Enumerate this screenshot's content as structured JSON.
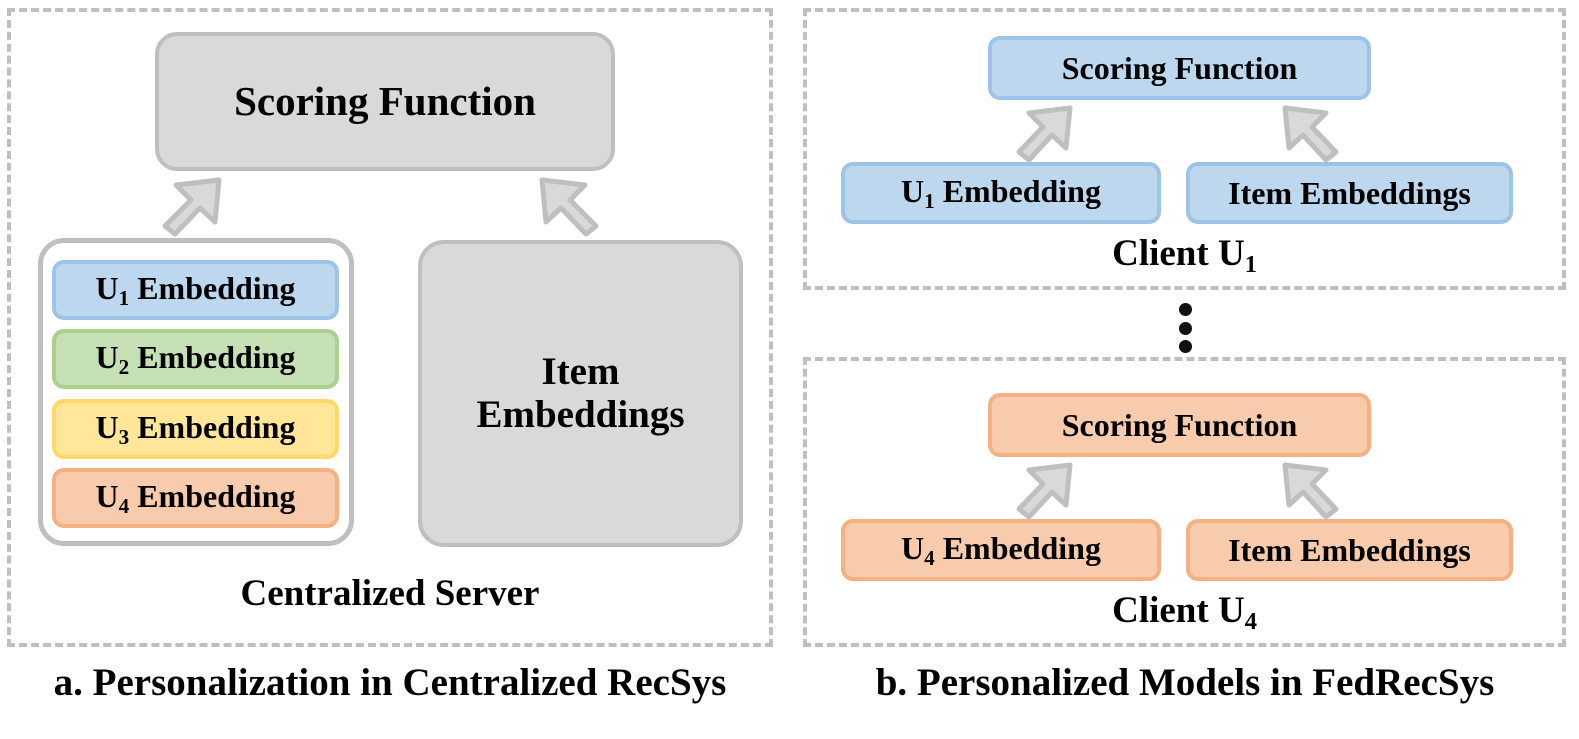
{
  "figure": {
    "left_caption": "a. Personalization in Centralized RecSys",
    "right_caption": "b. Personalized Models in FedRecSys"
  },
  "colors": {
    "gray_fill": "#d9d9d9",
    "gray_border": "#bfbfbf",
    "blue_fill": "#bdd7ee",
    "blue_border": "#9dc3e6",
    "green_fill": "#c5e0b4",
    "green_border": "#a9d18e",
    "yellow_fill": "#ffe699",
    "yellow_border": "#ffd966",
    "orange_fill": "#f8cbad",
    "orange_border": "#f4b183",
    "arrow_fill": "#d9d9d9",
    "arrow_border": "#bfbfbf",
    "panel_border": "#bfbfbf",
    "text": "#000000"
  },
  "centralized": {
    "panel_label": "Centralized Server",
    "scoring_function": "Scoring Function",
    "item_embeddings_line1": "Item",
    "item_embeddings_line2": "Embeddings",
    "user_embeddings": [
      {
        "prefix": "U",
        "index": "1",
        "suffix": " Embedding",
        "color": "blue"
      },
      {
        "prefix": "U",
        "index": "2",
        "suffix": " Embedding",
        "color": "green"
      },
      {
        "prefix": "U",
        "index": "3",
        "suffix": " Embedding",
        "color": "yellow"
      },
      {
        "prefix": "U",
        "index": "4",
        "suffix": " Embedding",
        "color": "orange"
      }
    ]
  },
  "federated": {
    "ellipsis_dot_count": 3,
    "clients": [
      {
        "label_prefix": "Client U",
        "label_index": "1",
        "color": "blue",
        "scoring_function": "Scoring Function",
        "user_embedding_prefix": "U",
        "user_embedding_index": "1",
        "user_embedding_suffix": " Embedding",
        "item_embeddings": "Item Embeddings"
      },
      {
        "label_prefix": "Client U",
        "label_index": "4",
        "color": "orange",
        "scoring_function": "Scoring Function",
        "user_embedding_prefix": "U",
        "user_embedding_index": "4",
        "user_embedding_suffix": " Embedding",
        "item_embeddings": "Item Embeddings"
      }
    ]
  }
}
